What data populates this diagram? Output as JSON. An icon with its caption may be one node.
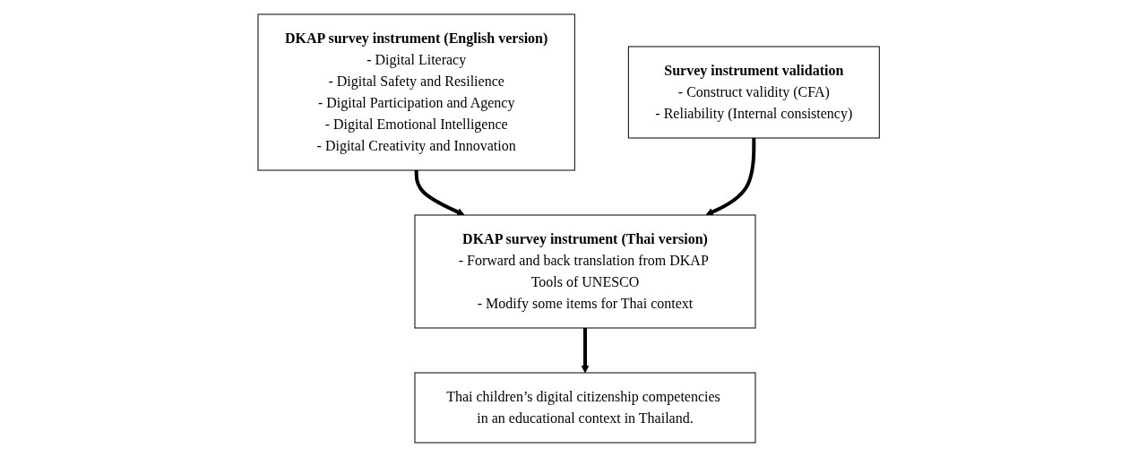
{
  "diagram": {
    "nodes": [
      {
        "text": [
          "DKAP survey instrument (English version)",
          "- Digital Literacy",
          "- Digital Safety and Resilience",
          "- Digital Participation and Agency",
          "- Digital Emotional Intelligence",
          "- Digital Creativity and Innovation"
        ]
      },
      {
        "text": [
          "DKAP survey instrument (Thai version)",
          "- Forward and back translation from DKAP Tools of UNESCO",
          "- Modify some items for Thai context"
        ]
      },
      {
        "text": [
          "Survey instrument validation",
          "- Construct validity (CFA)",
          "- Reliability (Internal consistency)"
        ]
      },
      {
        "text": [
          "Thai children’s digital citizenship competencies in an educational context in Thailand."
        ]
      }
    ],
    "edges": [
      {
        "from": 0,
        "to": 1,
        "arrow": "to"
      },
      {
        "from": 2,
        "to": 1,
        "arrow": "to"
      },
      {
        "from": 1,
        "to": 3,
        "arrow": "to"
      }
    ]
  }
}
